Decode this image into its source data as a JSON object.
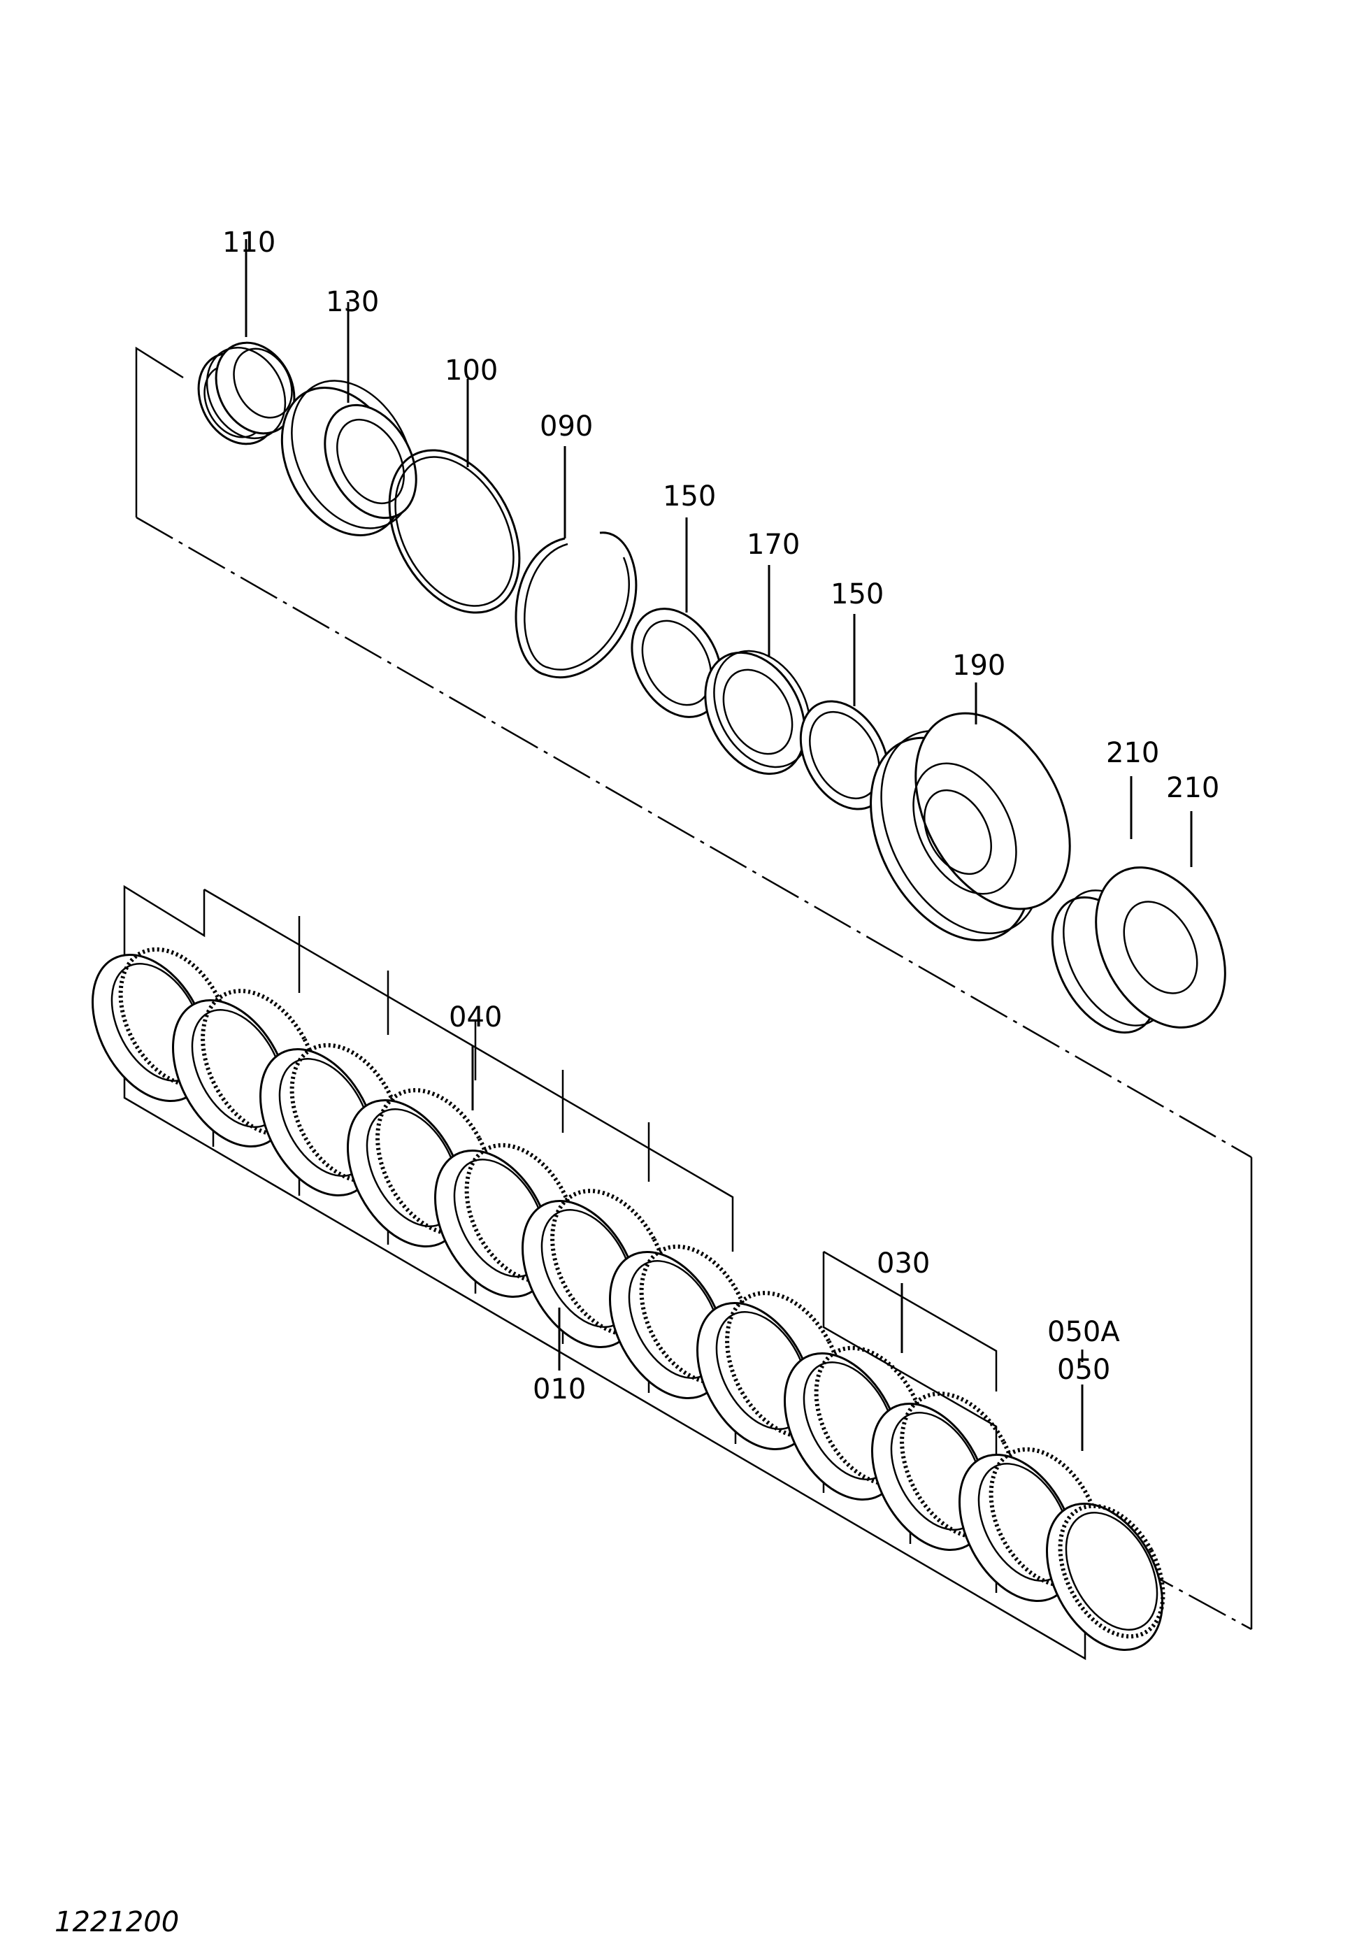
{
  "drawing_number": "1221200",
  "callouts": [
    {
      "id": "c110",
      "text": "110"
    },
    {
      "id": "c130",
      "text": "130"
    },
    {
      "id": "c100",
      "text": "100"
    },
    {
      "id": "c090",
      "text": "090"
    },
    {
      "id": "c150a",
      "text": "150"
    },
    {
      "id": "c170",
      "text": "170"
    },
    {
      "id": "c150b",
      "text": "150"
    },
    {
      "id": "c190",
      "text": "190"
    },
    {
      "id": "c210a",
      "text": "210"
    },
    {
      "id": "c210b",
      "text": "210"
    },
    {
      "id": "c040",
      "text": "040"
    },
    {
      "id": "c030",
      "text": "030"
    },
    {
      "id": "c050A",
      "text": "050A"
    },
    {
      "id": "c050",
      "text": "050"
    },
    {
      "id": "c010",
      "text": "010"
    }
  ]
}
